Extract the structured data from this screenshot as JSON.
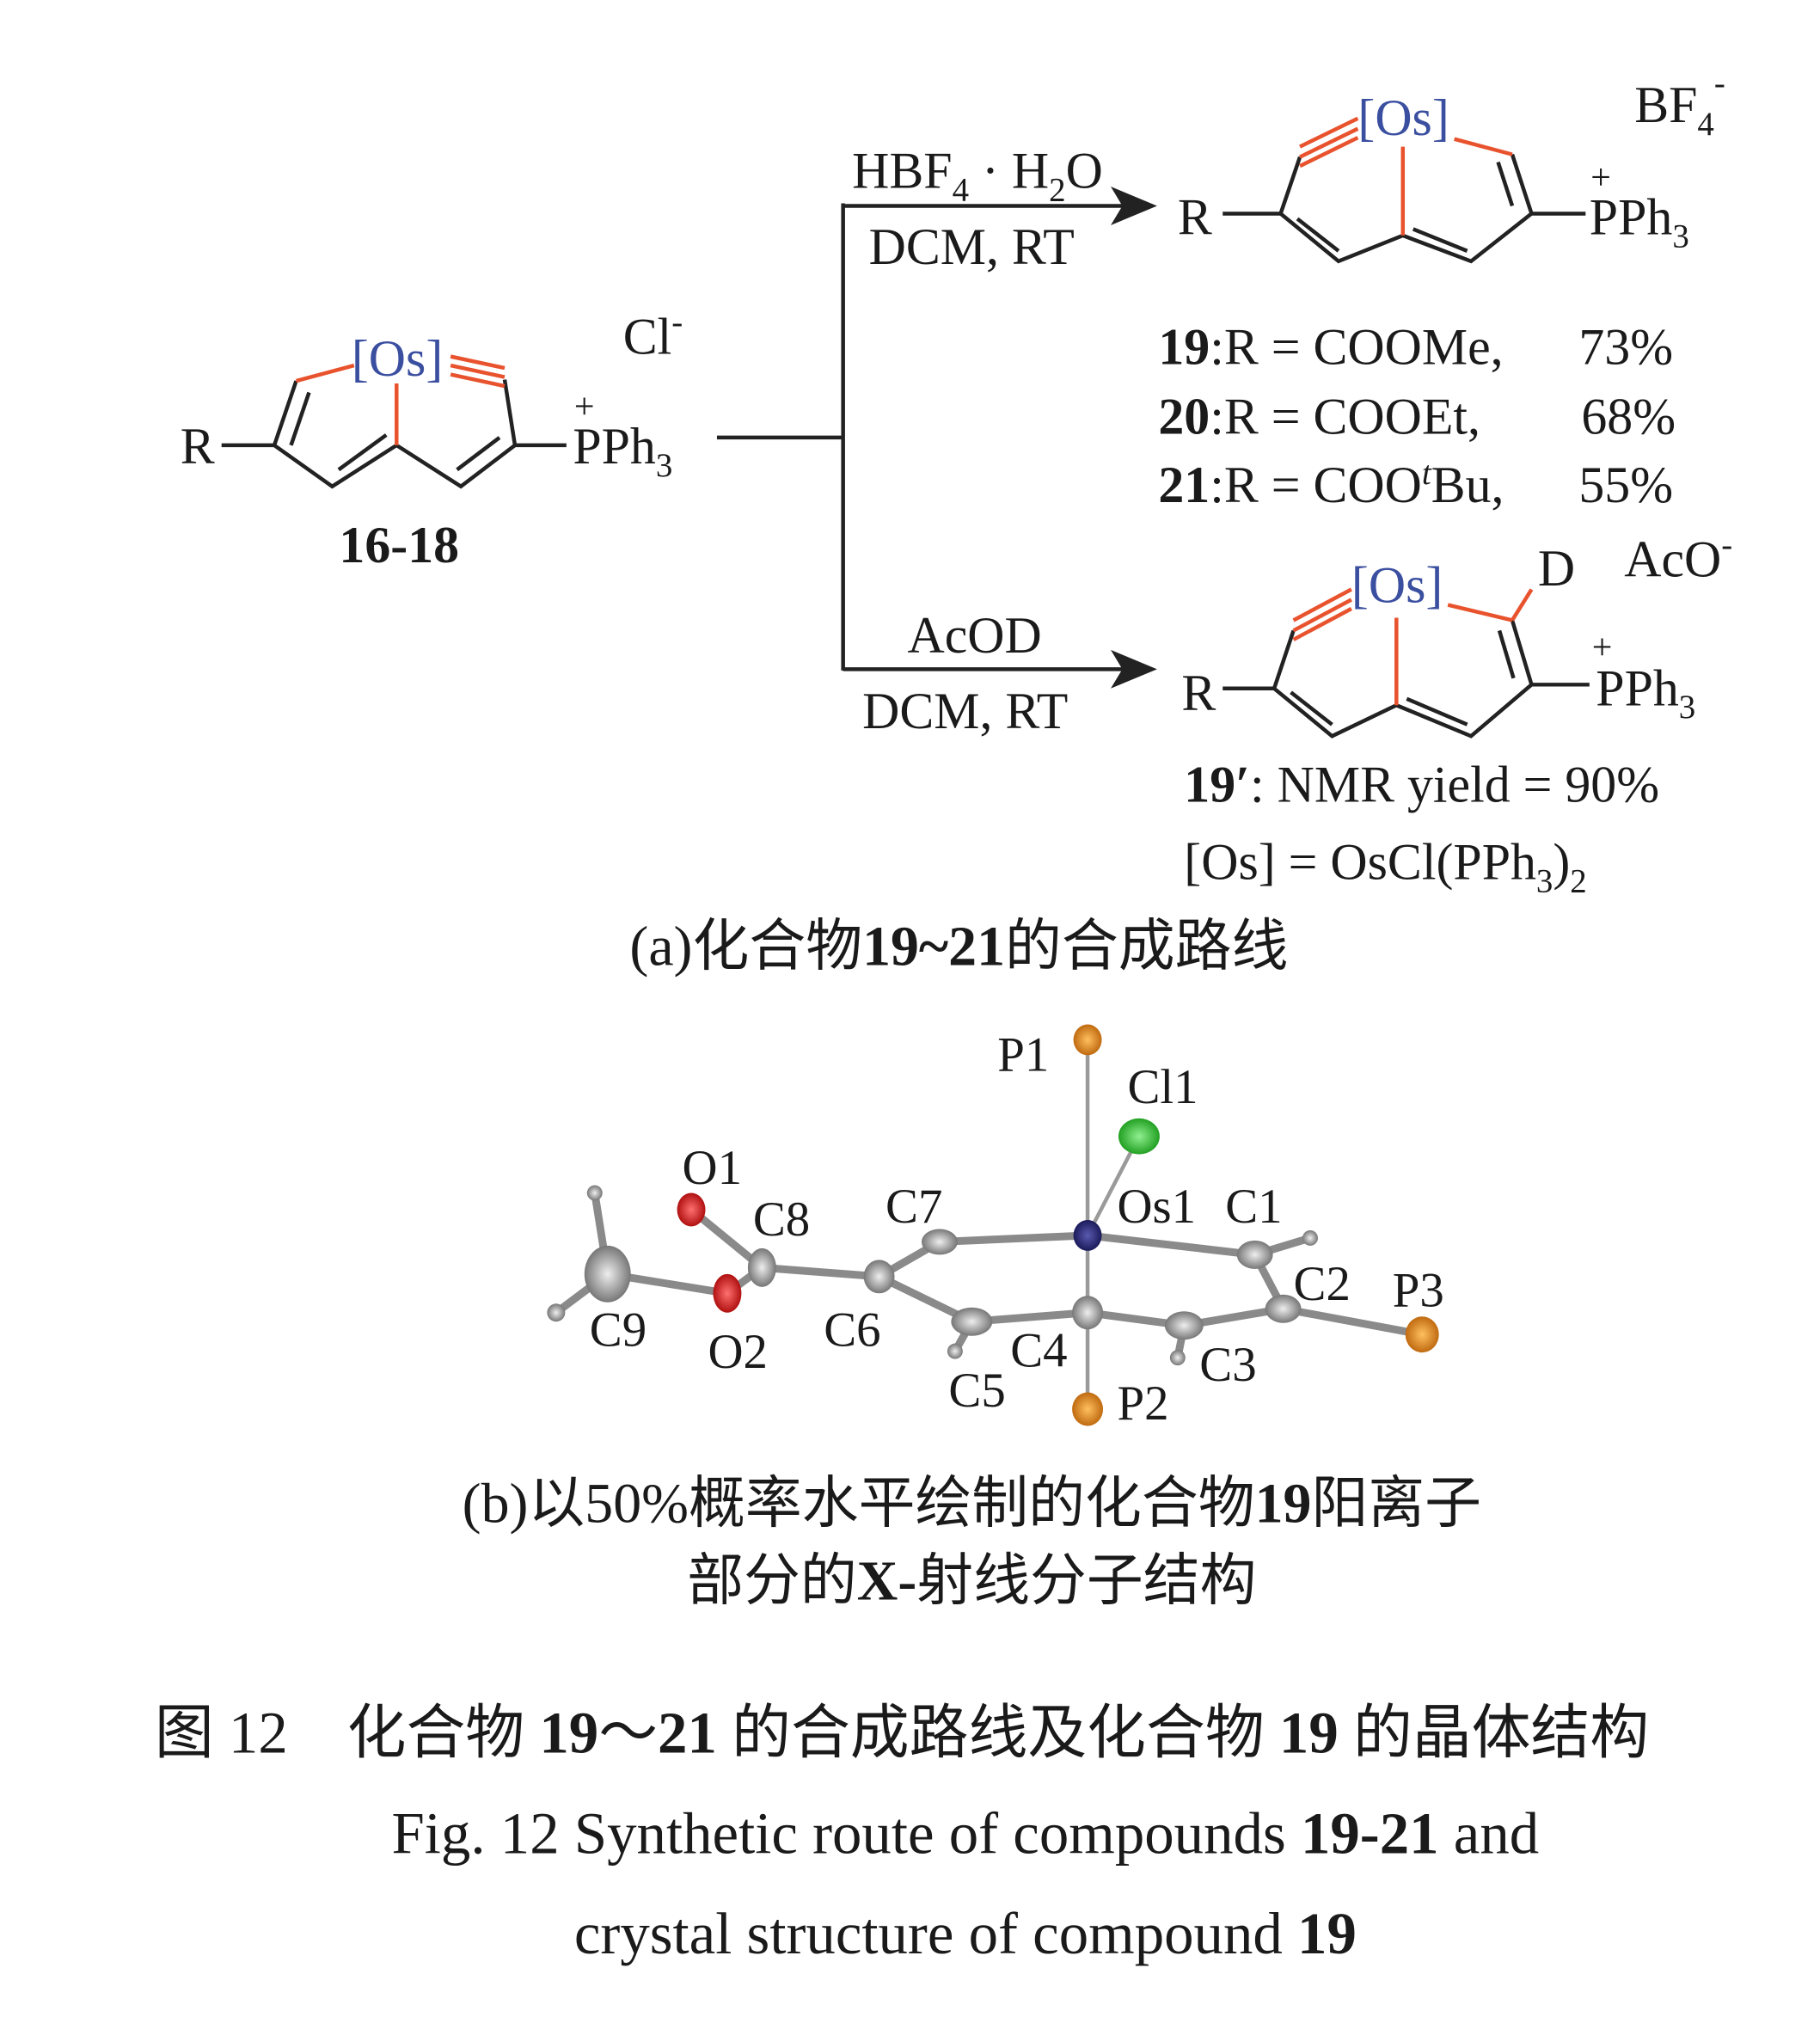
{
  "scheme": {
    "reactant": {
      "r": "R",
      "os": "[Os]",
      "plus": "+",
      "pph": "PPh",
      "pph_sub": "3",
      "counterion": "Cl",
      "charge": "-",
      "label": "16-18"
    },
    "top_conditions": {
      "reagent": "HBF",
      "reagent_sub": "4",
      "dot": " · H",
      "h2o_sub": "2",
      "o": "O",
      "solvent": "DCM, RT"
    },
    "bottom_conditions": {
      "reagent": "AcOD",
      "solvent": "DCM, RT"
    },
    "product_top": {
      "r": "R",
      "os": "[Os]",
      "plus": "+",
      "pph": "PPh",
      "pph_sub": "3",
      "counterion": "BF",
      "counterion_sub": "4",
      "charge": "-"
    },
    "yields": [
      {
        "num": "19",
        "text": ":R = COOMe,",
        "yield": "73%"
      },
      {
        "num": "20",
        "text": ":R = COOEt,",
        "yield": "68%"
      },
      {
        "num": "21",
        "text": ":R = COO",
        "sup": "t",
        "text2": "Bu,",
        "yield": "55%"
      }
    ],
    "product_bottom": {
      "r": "R",
      "os": "[Os]",
      "d": "D",
      "plus": "+",
      "pph": "PPh",
      "pph_sub": "3",
      "counterion": "AcO",
      "charge": "-",
      "num": "19′",
      "yield_text": ": NMR  yield = 90%",
      "os_def": "[Os] = OsCl(PPh",
      "os_def_sub1": "3",
      "os_def_paren": ")",
      "os_def_sub2": "2"
    },
    "caption_a": {
      "pre": "(a)化合物",
      "nums": "19~21",
      "post": "的合成路线"
    }
  },
  "crystal": {
    "labels": [
      "P1",
      "Cl1",
      "O1",
      "C8",
      "C7",
      "Os1",
      "C1",
      "C2",
      "P3",
      "C9",
      "O2",
      "C6",
      "C5",
      "C4",
      "C3",
      "P2"
    ],
    "colors": {
      "os": "#2a2a7a",
      "p": "#e08a20",
      "cl": "#3cc43c",
      "o": "#d42020",
      "c": "#9a9a9a",
      "h": "#d0d0d0"
    },
    "caption_b": {
      "line1_pre": "(b)以50%概率水平绘制的化合物",
      "line1_num": "19",
      "line1_post": "阳离子",
      "line2_pre": "部分的",
      "line2_b": "X-",
      "line2_post": "射线分子结构"
    }
  },
  "figure_caption": {
    "cn_pre": "图 12　化合物 ",
    "cn_n1": "19",
    "cn_mid": "～",
    "cn_n2": "21",
    "cn_mid2": " 的合成路线及化合物 ",
    "cn_n3": "19",
    "cn_post": " 的晶体结构",
    "en1_pre": "Fig. 12   Synthetic route of compounds ",
    "en1_b": "19-21",
    "en1_post": " and",
    "en2_pre": "crystal structure of compound ",
    "en2_b": "19"
  }
}
